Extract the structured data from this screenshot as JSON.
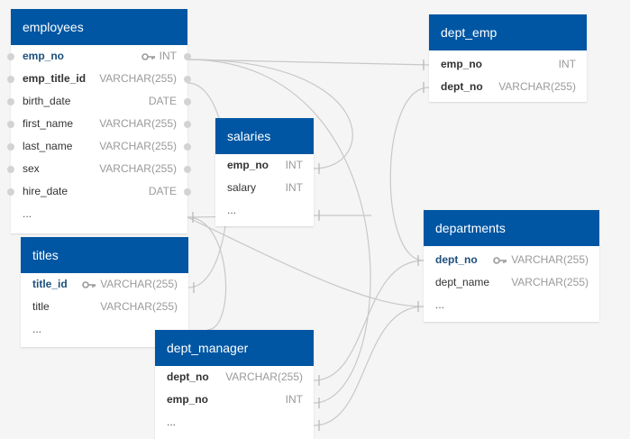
{
  "tables": {
    "employees": {
      "title": "employees",
      "fields": [
        {
          "name": "emp_no",
          "type": "INT",
          "pk": true
        },
        {
          "name": "emp_title_id",
          "type": "VARCHAR(255)",
          "fk": true
        },
        {
          "name": "birth_date",
          "type": "DATE"
        },
        {
          "name": "first_name",
          "type": "VARCHAR(255)"
        },
        {
          "name": "last_name",
          "type": "VARCHAR(255)"
        },
        {
          "name": "sex",
          "type": "VARCHAR(255)"
        },
        {
          "name": "hire_date",
          "type": "DATE"
        }
      ],
      "more": "..."
    },
    "titles": {
      "title": "titles",
      "fields": [
        {
          "name": "title_id",
          "type": "VARCHAR(255)",
          "pk": true
        },
        {
          "name": "title",
          "type": "VARCHAR(255)"
        }
      ],
      "more": "..."
    },
    "salaries": {
      "title": "salaries",
      "fields": [
        {
          "name": "emp_no",
          "type": "INT",
          "fk": true
        },
        {
          "name": "salary",
          "type": "INT"
        }
      ],
      "more": "..."
    },
    "dept_manager": {
      "title": "dept_manager",
      "fields": [
        {
          "name": "dept_no",
          "type": "VARCHAR(255)",
          "fk": true
        },
        {
          "name": "emp_no",
          "type": "INT",
          "fk": true
        }
      ],
      "more": "..."
    },
    "dept_emp": {
      "title": "dept_emp",
      "fields": [
        {
          "name": "emp_no",
          "type": "INT",
          "fk": true
        },
        {
          "name": "dept_no",
          "type": "VARCHAR(255)",
          "fk": true
        }
      ]
    },
    "departments": {
      "title": "departments",
      "fields": [
        {
          "name": "dept_no",
          "type": "VARCHAR(255)",
          "pk": true
        },
        {
          "name": "dept_name",
          "type": "VARCHAR(255)"
        }
      ],
      "more": "..."
    }
  },
  "colors": {
    "header": "#0056a3",
    "pk_text": "#1c4f7c",
    "connector": "#c8c8c8",
    "background": "#f5f5f5"
  },
  "icons": {
    "primary_key": "key-icon",
    "endpoint": "connector-dot-icon"
  }
}
